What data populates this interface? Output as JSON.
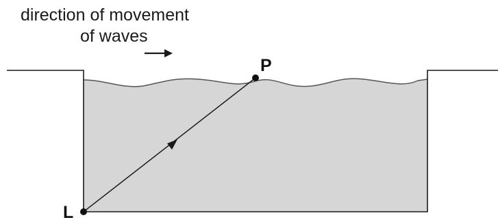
{
  "caption": {
    "line1": "direction of movement",
    "line2": "of waves"
  },
  "points": {
    "top": "P",
    "bottom": "L"
  },
  "colors": {
    "water": "#d6d6d6",
    "stroke": "#1a1a1a",
    "outline": "#555555"
  },
  "icons": {
    "direction_arrow": "right-arrow-icon",
    "path_arrow": "arrowhead-icon"
  }
}
